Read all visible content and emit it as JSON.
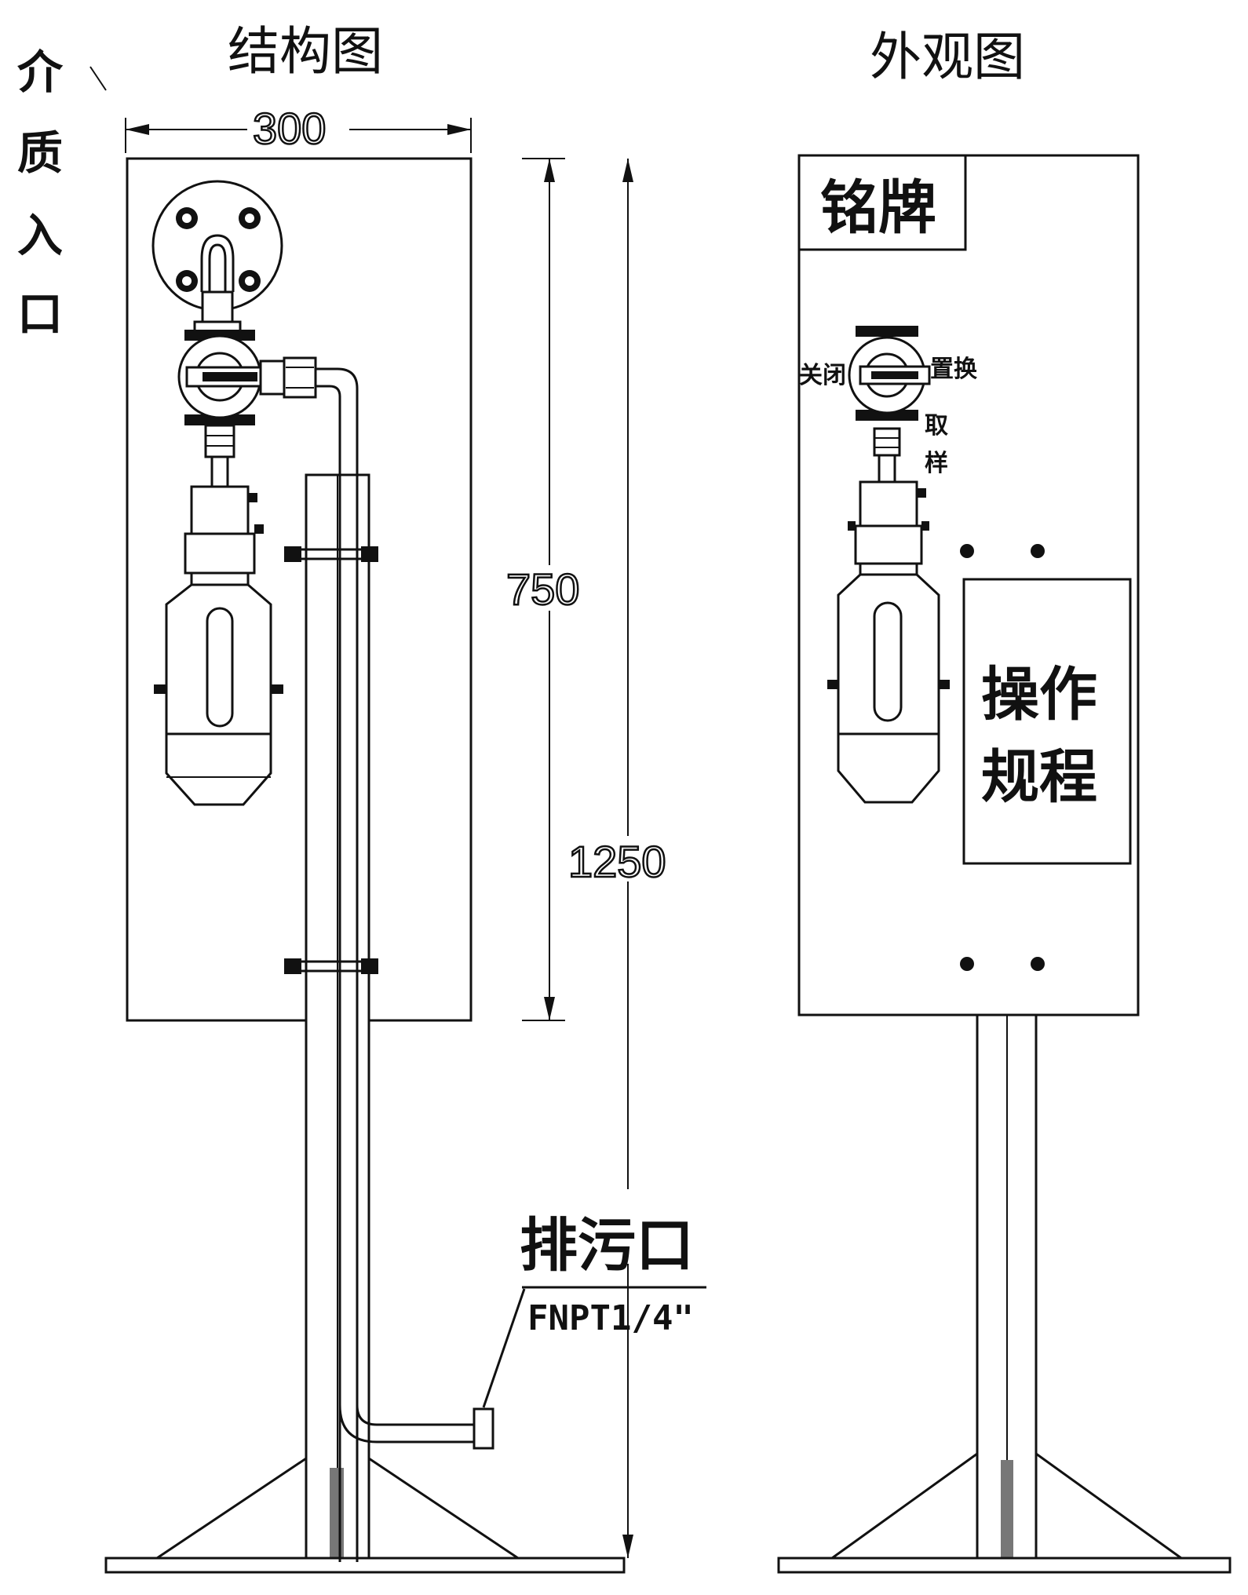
{
  "labels": {
    "medium_inlet": [
      "介",
      "质",
      "入",
      "口"
    ],
    "structure_title": "结构图",
    "appearance_title": "外观图",
    "nameplate": "铭牌",
    "operating_rules_line1": "操作",
    "operating_rules_line2": "规程",
    "valve_close": "关闭",
    "valve_replace": "置换",
    "valve_sample": [
      "取",
      "样"
    ],
    "drain_outlet": "排污口",
    "drain_spec": "FNPT1/4\""
  },
  "dimensions": {
    "width": "300",
    "panel_height": "750",
    "total_height": "1250"
  }
}
